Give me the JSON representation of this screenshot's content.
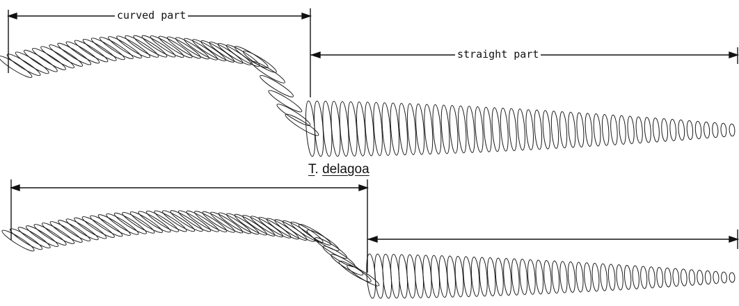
{
  "figure": {
    "top_specimen": {
      "curved_label": "curved part",
      "straight_label": "straight part"
    },
    "species_label": {
      "genus": "T",
      "separator": ". ",
      "species": "delagoa"
    }
  }
}
